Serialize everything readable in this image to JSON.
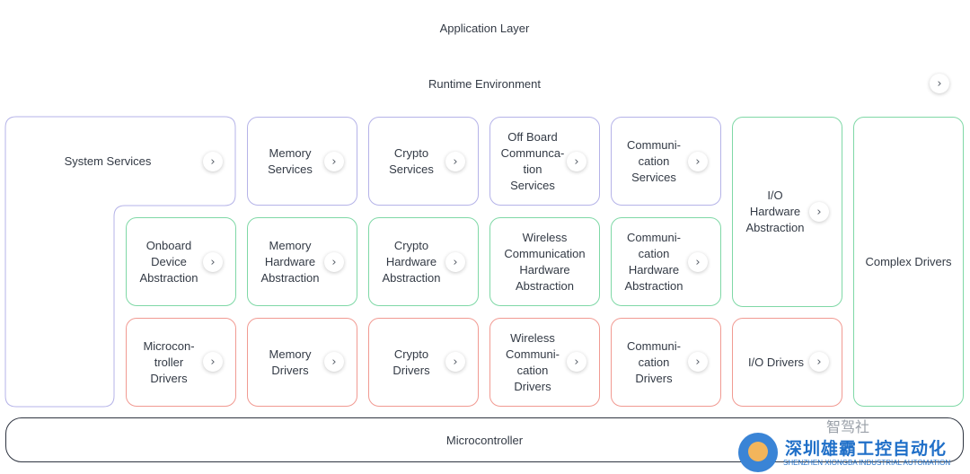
{
  "application_layer": "Application Layer",
  "runtime_environment": "Runtime Environment",
  "microcontroller": "Microcontroller",
  "system_services": "System Services",
  "complex_drivers": "Complex Drivers",
  "chevron": "›",
  "services": {
    "memory": "Memory\nServices",
    "crypto": "Crypto\nServices",
    "offboard": "Off Board\nCommunca-\ntion\nServices",
    "communication": "Communi-\ncation\nServices"
  },
  "io_hardware_abstraction": "I/O\nHardware\nAbstraction",
  "hardware_abstraction": {
    "onboard": "Onboard\nDevice\nAbstraction",
    "memory": "Memory\nHardware\nAbstraction",
    "crypto": "Crypto\nHardware\nAbstraction",
    "wireless": "Wireless\nCommunication\nHardware\nAbstraction",
    "communication": "Communi-\ncation\nHardware\nAbstraction"
  },
  "drivers": {
    "microcontroller": "Microcon-\ntroller\nDrivers",
    "memory": "Memory\nDrivers",
    "crypto": "Crypto\nDrivers",
    "wireless": "Wireless\nCommuni-\ncation\nDrivers",
    "communication": "Communi-\ncation\nDrivers",
    "io": "I/O Drivers"
  },
  "watermark": {
    "wechat": "智驾社",
    "title": "深圳雄霸工控自动化",
    "subtitle": "SHENZHEN XIONGBA INDUSTRIAL AUTOMATION"
  },
  "colors": {
    "services": "#b5b3e8",
    "hardware_abstraction": "#7fd8a6",
    "drivers": "#f19a92",
    "runtime": "#f4a98a",
    "watermark": "#1f6fc8"
  }
}
